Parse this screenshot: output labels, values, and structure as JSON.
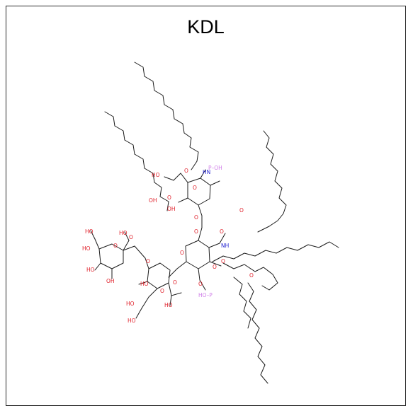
{
  "title": "KDL",
  "colors": {
    "carbon": "#1a1a1a",
    "oxygen": "#e0202a",
    "nitrogen": "#2020d0",
    "phosphorus": "#d080e8"
  },
  "labels": {
    "oh": "OH",
    "ho": "HO",
    "o": "O",
    "hn": "HN",
    "nh": "NH",
    "po_oh": "P–OH",
    "ho_p": "HO–P"
  }
}
